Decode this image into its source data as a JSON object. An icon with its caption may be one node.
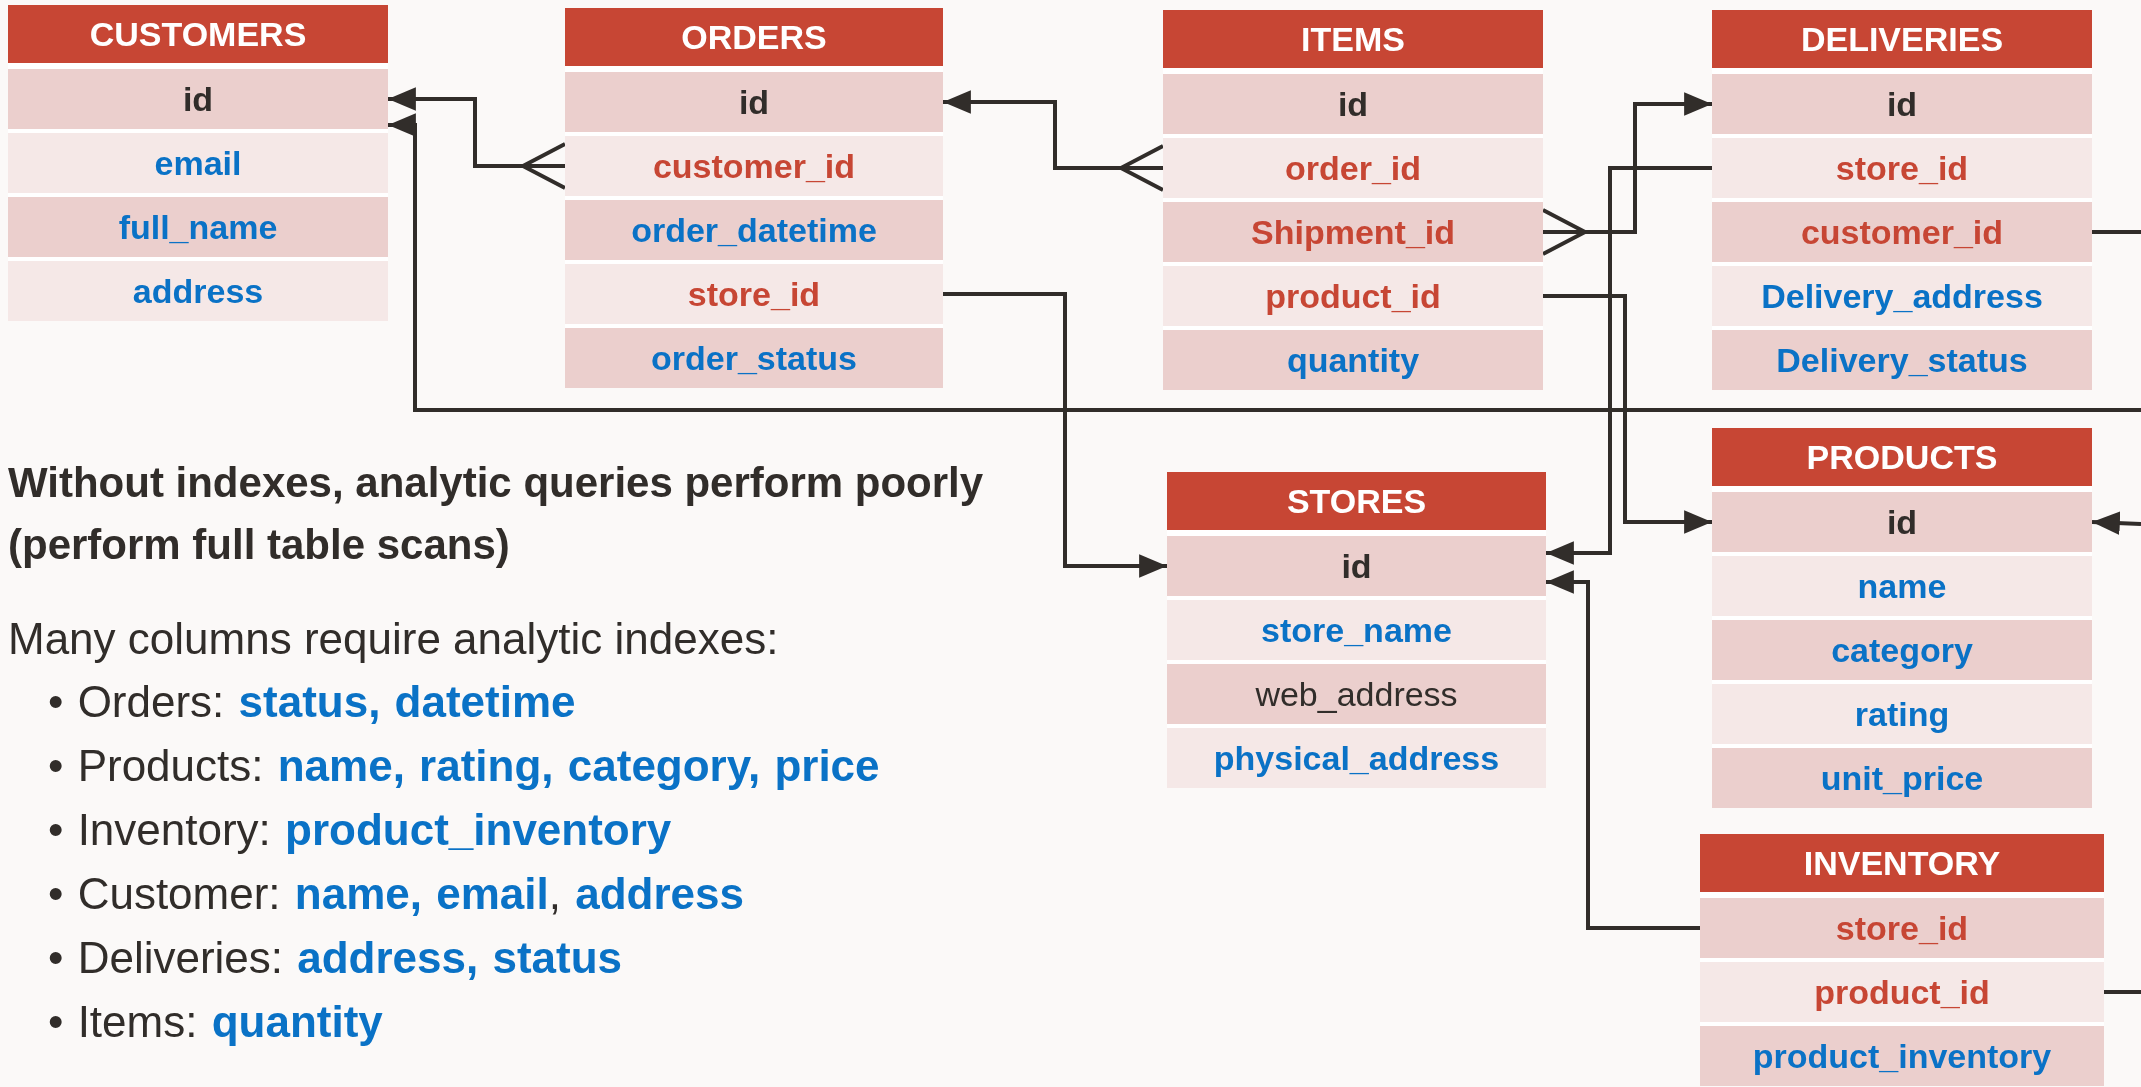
{
  "diagram": {
    "nodes": [
      {
        "text": [
          "CUSTOMERS"
        ]
      },
      {
        "text": [
          "id"
        ],
        "in": 0
      },
      {
        "text": [
          "email"
        ],
        "in": 0
      },
      {
        "text": [
          "full_name"
        ],
        "in": 0
      },
      {
        "text": [
          "address"
        ],
        "in": 0
      },
      {
        "text": [
          "ORDERS"
        ]
      },
      {
        "text": [
          "id"
        ],
        "in": 5
      },
      {
        "text": [
          "customer_id"
        ],
        "in": 5
      },
      {
        "text": [
          "order_datetime"
        ],
        "in": 5
      },
      {
        "text": [
          "store_id"
        ],
        "in": 5
      },
      {
        "text": [
          "order_status"
        ],
        "in": 5
      },
      {
        "text": [
          "ITEMS"
        ]
      },
      {
        "text": [
          "id"
        ],
        "in": 11
      },
      {
        "text": [
          "order_id"
        ],
        "in": 11
      },
      {
        "text": [
          "Shipment_id"
        ],
        "in": 11
      },
      {
        "text": [
          "product_id"
        ],
        "in": 11
      },
      {
        "text": [
          "quantity"
        ],
        "in": 11
      },
      {
        "text": [
          "DELIVERIES"
        ]
      },
      {
        "text": [
          "id"
        ],
        "in": 17
      },
      {
        "text": [
          "store_id"
        ],
        "in": 17
      },
      {
        "text": [
          "customer_id"
        ],
        "in": 17
      },
      {
        "text": [
          "Delivery_address"
        ],
        "in": 17
      },
      {
        "text": [
          "Delivery_status"
        ],
        "in": 17
      },
      {
        "text": [
          "STORES"
        ]
      },
      {
        "text": [
          "id"
        ],
        "in": 23
      },
      {
        "text": [
          "store_name"
        ],
        "in": 23
      },
      {
        "text": [
          "web_address"
        ],
        "in": 23
      },
      {
        "text": [
          "physical_address"
        ],
        "in": 23
      },
      {
        "text": [
          "PRODUCTS"
        ]
      },
      {
        "text": [
          "id"
        ],
        "in": 28
      },
      {
        "text": [
          "name"
        ],
        "in": 28
      },
      {
        "text": [
          "category"
        ],
        "in": 28
      },
      {
        "text": [
          "rating"
        ],
        "in": 28
      },
      {
        "text": [
          "unit_price"
        ],
        "in": 28
      },
      {
        "text": [
          "INVENTORY"
        ]
      },
      {
        "text": [
          "store_id"
        ],
        "in": 34
      },
      {
        "text": [
          "product_id"
        ],
        "in": 34
      },
      {
        "text": [
          "product_inventory"
        ],
        "in": 34
      }
    ],
    "edges": [
      {
        "from": 7,
        "to": 1,
        "arrow": "to"
      },
      {
        "from": null,
        "to": 1,
        "arrow": "to"
      },
      {
        "from": 13,
        "to": 6,
        "arrow": "to"
      },
      {
        "from": 9,
        "to": 24,
        "arrow": "to"
      },
      {
        "from": 14,
        "to": 18,
        "arrow": "to"
      },
      {
        "from": 19,
        "to": 24,
        "arrow": "to"
      },
      {
        "from": 15,
        "to": 29,
        "arrow": "to"
      },
      {
        "from": 35,
        "to": 24,
        "arrow": "to"
      },
      {
        "from": null,
        "to": 29,
        "arrow": "to"
      },
      {
        "from": 20,
        "to": null,
        "arrow": "none"
      },
      {
        "from": 36,
        "to": null,
        "arrow": "none"
      }
    ],
    "labels": [
      "Without indexes, analytic queries perform poorly (perform full table scans)",
      "Many columns require analytic indexes:",
      "• Orders: **status, datetime**",
      "• Products: **name, rating, category, price**",
      "• Inventory: **product_inventory**",
      "• Customer: **name, email**, **address**",
      "• Deliveries: **address, status**",
      "• Items: **quantity**"
    ]
  }
}
